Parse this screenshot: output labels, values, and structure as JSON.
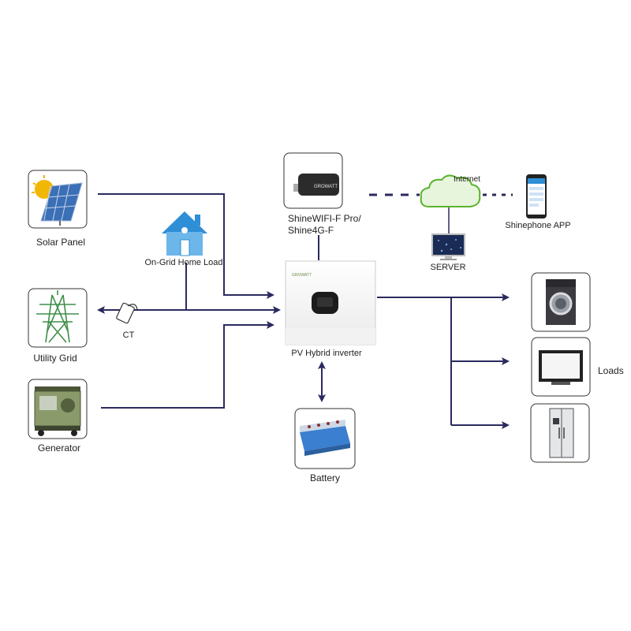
{
  "labels": {
    "solar_panel": "Solar Panel",
    "on_grid_home_load": "On-Grid Home Load",
    "utility_grid": "Utility Grid",
    "ct": "CT",
    "generator": "Generator",
    "shinewifi_line1": "ShineWIFI-F Pro/",
    "shinewifi_line2": "Shine4G-F",
    "internet": "Internet",
    "server": "SERVER",
    "shinephone_app": "Shinephone APP",
    "pv_hybrid_inverter": "PV Hybrid inverter",
    "battery": "Battery",
    "loads": "Loads",
    "brand": "GROWATT"
  },
  "colors": {
    "connector": "#2a2a5e",
    "box_border": "#333333",
    "house_blue": "#2e8fd6",
    "cloud_green": "#5bb32e",
    "battery_blue": "#3a7fd0"
  },
  "icons": [
    "solar-panel-icon",
    "house-icon",
    "transmission-tower-icon",
    "ct-clamp-icon",
    "generator-icon",
    "wifi-dongle-icon",
    "cloud-icon",
    "server-monitor-icon",
    "smartphone-icon",
    "inverter-icon",
    "battery-icon",
    "washing-machine-icon",
    "tv-icon",
    "refrigerator-icon"
  ]
}
